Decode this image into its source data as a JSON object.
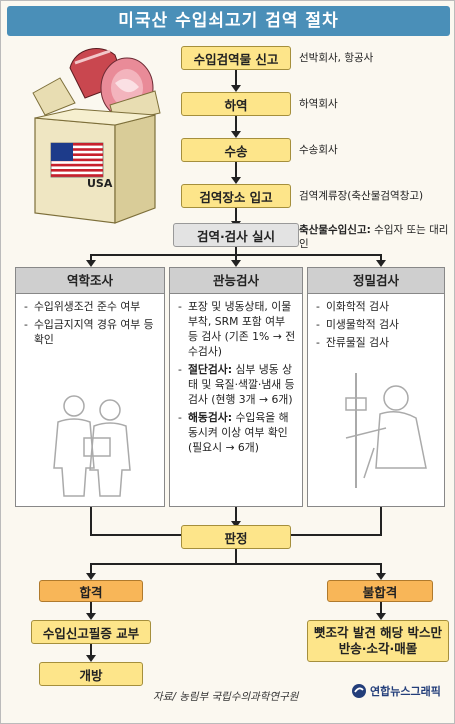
{
  "title": "미국산 수입쇠고기 검역 절차",
  "illustration": {
    "box_label": "USA",
    "flag": "us-flag"
  },
  "steps": [
    {
      "label": "수입검역물 신고",
      "note": "선박회사, 항공사"
    },
    {
      "label": "하역",
      "note": "하역회사"
    },
    {
      "label": "수송",
      "note": "수송회사"
    },
    {
      "label": "검역장소 입고",
      "note": "검역계류장(축산물검역창고)"
    },
    {
      "label": "검역·검사 실시",
      "note_bold": "축산물수입신고:",
      "note": " 수입자 또는 대리인"
    }
  ],
  "columns": [
    {
      "heading": "역학조사",
      "items": [
        {
          "text": "수입위생조건 준수 여부"
        },
        {
          "text": "수입금지지역 경유 여부 등 확인"
        }
      ]
    },
    {
      "heading": "관능검사",
      "items": [
        {
          "text": "포장 및 냉동상태, 이물부착, SRM 포함 여부 등 검사 (기존 1% → 전수검사)"
        },
        {
          "bold": "절단검사:",
          "text": " 심부 냉동 상태 및 육질·색깔·냄새 등 검사 (현행 3개 → 6개)"
        },
        {
          "bold": "해동검사:",
          "text": " 수입육을 해동시켜 이상 여부 확인 (필요시 → 6개)"
        }
      ]
    },
    {
      "heading": "정밀검사",
      "items": [
        {
          "text": "이화학적 검사"
        },
        {
          "text": "미생물학적 검사"
        },
        {
          "text": "잔류물질 검사"
        }
      ]
    }
  ],
  "verdict": "판정",
  "pass": {
    "label": "합격",
    "steps": [
      "수입신고필증 교부",
      "개방"
    ]
  },
  "fail": {
    "label": "불합격",
    "action": "뼛조각 발견 해당 박스만 반송·소각·매몰"
  },
  "source": "자료/ 농림부 국립수의과학연구원",
  "credit": "연합뉴스그래픽",
  "colors": {
    "title_bg": "#4a8fb8",
    "step_yellow": "#fde58a",
    "result_orange": "#f8b658",
    "column_head": "#cfcfcf"
  }
}
